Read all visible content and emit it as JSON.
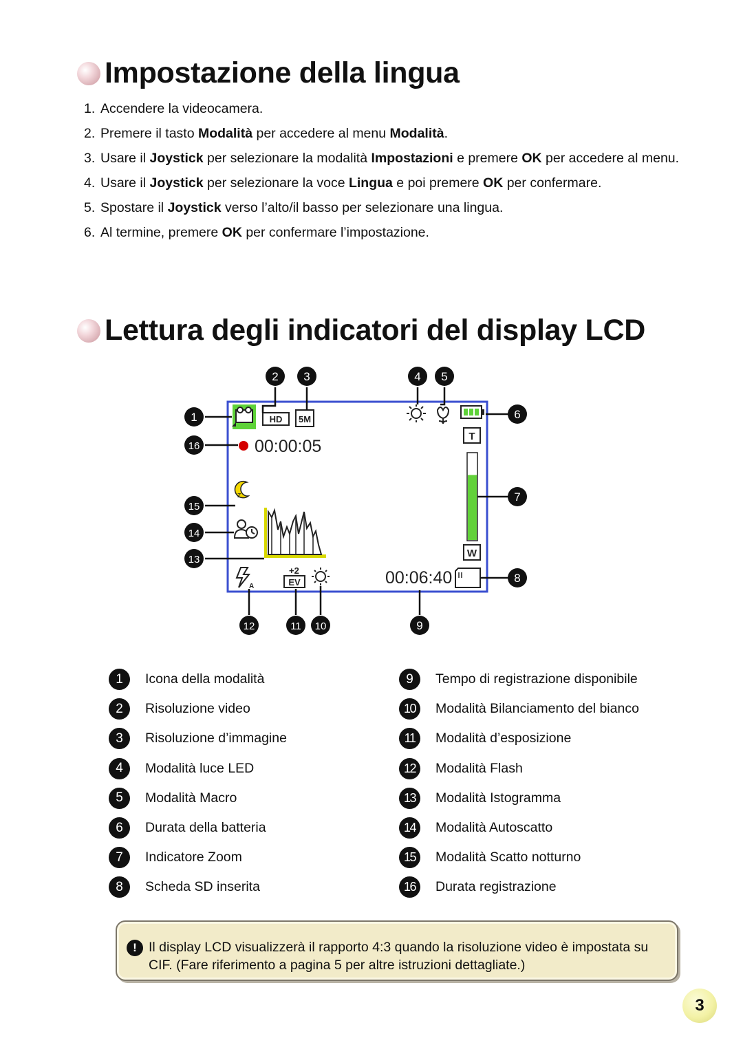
{
  "section1": {
    "title": "Impostazione della lingua",
    "steps": [
      {
        "num": "1.",
        "parts": [
          {
            "t": "Accendere la videocamera."
          }
        ]
      },
      {
        "num": "2.",
        "parts": [
          {
            "t": "Premere il tasto "
          },
          {
            "t": "Modalità",
            "b": true
          },
          {
            "t": " per accedere al menu "
          },
          {
            "t": "Modalità",
            "b": true
          },
          {
            "t": "."
          }
        ]
      },
      {
        "num": "3.",
        "parts": [
          {
            "t": "Usare il "
          },
          {
            "t": "Joystick",
            "b": true
          },
          {
            "t": " per selezionare la modalità "
          },
          {
            "t": "Impostazioni",
            "b": true
          },
          {
            "t": " e premere "
          },
          {
            "t": "OK",
            "b": true
          },
          {
            "t": " per accedere al menu."
          }
        ]
      },
      {
        "num": "4.",
        "parts": [
          {
            "t": "Usare il "
          },
          {
            "t": "Joystick",
            "b": true
          },
          {
            "t": " per selezionare la voce "
          },
          {
            "t": "Lingua",
            "b": true
          },
          {
            "t": " e poi premere "
          },
          {
            "t": "OK",
            "b": true
          },
          {
            "t": " per confermare."
          }
        ]
      },
      {
        "num": "5.",
        "parts": [
          {
            "t": "Spostare il "
          },
          {
            "t": "Joystick",
            "b": true
          },
          {
            "t": " verso l’alto/il basso per selezionare una lingua."
          }
        ]
      },
      {
        "num": "6.",
        "parts": [
          {
            "t": "Al termine, premere "
          },
          {
            "t": "OK",
            "b": true
          },
          {
            "t": " per confermare l’impostazione."
          }
        ]
      }
    ]
  },
  "section2": {
    "title": "Lettura degli indicatori del display LCD",
    "lcd": {
      "record_time": "00:00:05",
      "remaining_time": "00:06:40",
      "video_resolution": "HD",
      "image_resolution": "5M",
      "exposure_value": "+2",
      "zoom_level": 0.75,
      "zoom_tele_label": "T",
      "zoom_wide_label": "W",
      "callouts": [
        "1",
        "2",
        "3",
        "4",
        "5",
        "6",
        "7",
        "8",
        "9",
        "10",
        "11",
        "12",
        "13",
        "14",
        "15",
        "16"
      ]
    },
    "legend_left": [
      {
        "num": "1",
        "label": "Icona della modalità"
      },
      {
        "num": "2",
        "label": "Risoluzione video"
      },
      {
        "num": "3",
        "label": "Risoluzione d’immagine"
      },
      {
        "num": "4",
        "label": "Modalità luce LED"
      },
      {
        "num": "5",
        "label": "Modalità Macro"
      },
      {
        "num": "6",
        "label": "Durata della batteria"
      },
      {
        "num": "7",
        "label": "Indicatore Zoom"
      },
      {
        "num": "8",
        "label": "Scheda SD inserita"
      }
    ],
    "legend_right": [
      {
        "num": "9",
        "label": "Tempo di registrazione disponibile"
      },
      {
        "num": "10",
        "label": "Modalità Bilanciamento del bianco"
      },
      {
        "num": "11",
        "label": "Modalità d’esposizione"
      },
      {
        "num": "12",
        "label": "Modalità Flash"
      },
      {
        "num": "13",
        "label": "Modalità Istogramma"
      },
      {
        "num": "14",
        "label": "Modalità Autoscatto"
      },
      {
        "num": "15",
        "label": "Modalità Scatto notturno"
      },
      {
        "num": "16",
        "label": "Durata registrazione"
      }
    ]
  },
  "note": {
    "icon": "exclamation-icon",
    "text": "Il display LCD visualizzerà il rapporto 4:3 quando la risoluzione video è impostata su CIF. (Fare riferimento a pagina 5 per altre istruzioni dettagliate.)"
  },
  "page_number": "3",
  "colors": {
    "lcd_frame": "#3a4fd0",
    "zoom_fill": "#62d13a",
    "mode_icon_green": "#5ed238",
    "record_dot": "#d40000",
    "histogram_base": "#d8d800",
    "note_bg": "#f2ebc9",
    "page_badge": "#f3f2a6"
  }
}
